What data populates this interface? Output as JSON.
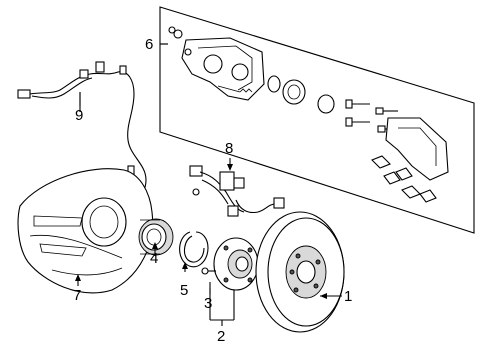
{
  "diagram": {
    "callouts": [
      {
        "id": "1",
        "label": "1"
      },
      {
        "id": "2",
        "label": "2"
      },
      {
        "id": "3",
        "label": "3"
      },
      {
        "id": "4",
        "label": "4"
      },
      {
        "id": "5",
        "label": "5"
      },
      {
        "id": "6",
        "label": "6"
      },
      {
        "id": "7",
        "label": "7"
      },
      {
        "id": "8",
        "label": "8"
      },
      {
        "id": "9",
        "label": "9"
      }
    ],
    "parts": [
      {
        "callout": "1",
        "icon": "brake-rotor-icon"
      },
      {
        "callout": "2",
        "icon": "hub-assembly-icon"
      },
      {
        "callout": "3",
        "icon": "wheel-stud-icon"
      },
      {
        "callout": "4",
        "icon": "wheel-bearing-icon"
      },
      {
        "callout": "5",
        "icon": "snap-ring-icon"
      },
      {
        "callout": "6",
        "icon": "brake-caliper-kit-icon"
      },
      {
        "callout": "7",
        "icon": "splash-shield-icon"
      },
      {
        "callout": "8",
        "icon": "brake-hose-icon"
      },
      {
        "callout": "9",
        "icon": "abs-sensor-icon"
      }
    ]
  }
}
